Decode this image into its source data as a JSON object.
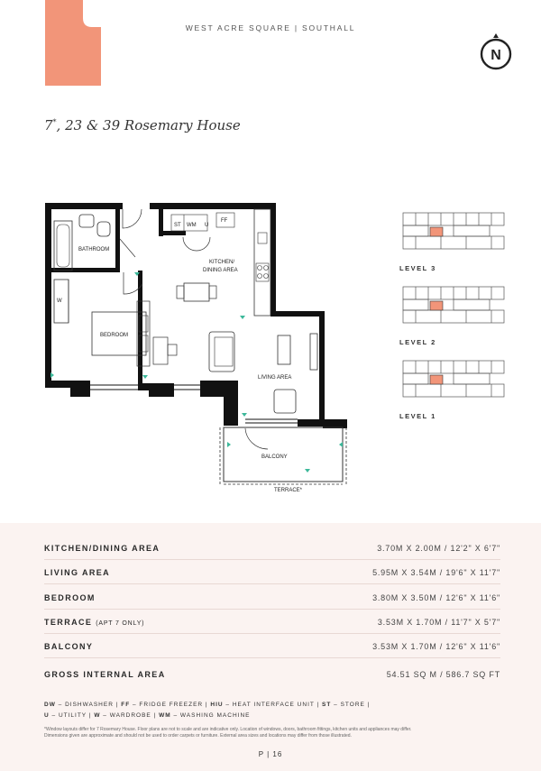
{
  "header": {
    "development": "WEST ACRE SQUARE | SOUTHALL",
    "north_letter": "N"
  },
  "unit": {
    "title_pre": "7",
    "title_sup": "*",
    "title_post": ", 23 & 39 Rosemary House"
  },
  "plan_labels": {
    "bathroom": "BATHROOM",
    "kitchen_1": "KITCHEN/",
    "kitchen_2": "DINING AREA",
    "bedroom": "BEDROOM",
    "living": "LIVING AREA",
    "balcony": "BALCONY",
    "terrace": "TERRACE*",
    "st": "ST",
    "wm": "WM",
    "u": "U",
    "ff": "FF",
    "w": "W"
  },
  "levels": [
    {
      "label": "LEVEL 3"
    },
    {
      "label": "LEVEL 2"
    },
    {
      "label": "LEVEL 1"
    }
  ],
  "specs": [
    {
      "label": "KITCHEN/DINING AREA",
      "note": "",
      "value": "3.70M X 2.00M / 12'2\" X 6'7\""
    },
    {
      "label": "LIVING AREA",
      "note": "",
      "value": "5.95M X 3.54M / 19'6\" X 11'7\""
    },
    {
      "label": "BEDROOM",
      "note": "",
      "value": "3.80M X 3.50M / 12'6\" X 11'6\""
    },
    {
      "label": "TERRACE",
      "note": "(APT 7 ONLY)",
      "value": "3.53M X 1.70M / 11'7\" X 5'7\""
    },
    {
      "label": "BALCONY",
      "note": "",
      "value": "3.53M X 1.70M / 12'6\" X 11'6\""
    },
    {
      "label": "GROSS INTERNAL AREA",
      "note": "",
      "value": "54.51 SQ M / 586.7 SQ FT"
    }
  ],
  "abbreviations": {
    "line1": [
      {
        "k": "DW",
        "v": "DISHWASHER"
      },
      {
        "k": "FF",
        "v": "FRIDGE FREEZER"
      },
      {
        "k": "HIU",
        "v": "HEAT INTERFACE UNIT"
      },
      {
        "k": "ST",
        "v": "STORE"
      }
    ],
    "line2": [
      {
        "k": "U",
        "v": "UTILITY"
      },
      {
        "k": "W",
        "v": "WARDROBE"
      },
      {
        "k": "WM",
        "v": "WASHING MACHINE"
      }
    ]
  },
  "disclaimer": {
    "line1": "*Window layouts differ for 7 Rosemary House. Floor plans are not to scale and are indicative only. Location of windows, doors, bathroom fittings, kitchen units and appliances may differ.",
    "line2": "Dimensions given are approximate and should not be used to order carpets or furniture. External area sizes and locations may differ from those illustrated."
  },
  "page_number": "P | 16",
  "colors": {
    "accent": "#f29579",
    "wall": "#111111",
    "panel": "#fbf3f1",
    "window": "#3cb89a"
  }
}
